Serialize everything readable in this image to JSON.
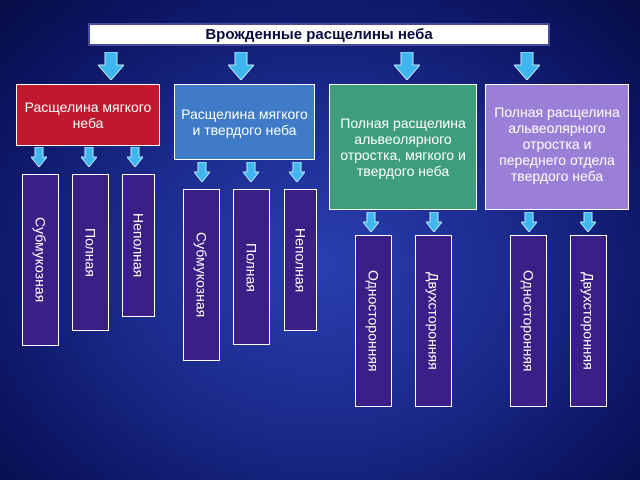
{
  "title": "Врожденные расщелины неба",
  "colors": {
    "arrow": "#3fb6ef",
    "leaf": "#3b1e86",
    "category": [
      "#c0182d",
      "#3f7bc6",
      "#3e9e7c",
      "#9b7fd6"
    ]
  },
  "categories": [
    {
      "label": "Расщелина мягкого неба",
      "leaves": [
        "Субмукозная",
        "Полная",
        "Неполная"
      ]
    },
    {
      "label": "Расщелина мягкого и твердого неба",
      "leaves": [
        "Субмукозная",
        "Полная",
        "Неполная"
      ]
    },
    {
      "label": "Полная расщелина альвеолярного отростка, мягкого и твердого неба",
      "leaves": [
        "Односторонняя",
        "Двухсторонняя"
      ]
    },
    {
      "label": "Полная расщелина альвеолярного отростка и переднего отдела твердого неба",
      "leaves": [
        "Односторонняя",
        "Двухсторонняя"
      ]
    }
  ]
}
